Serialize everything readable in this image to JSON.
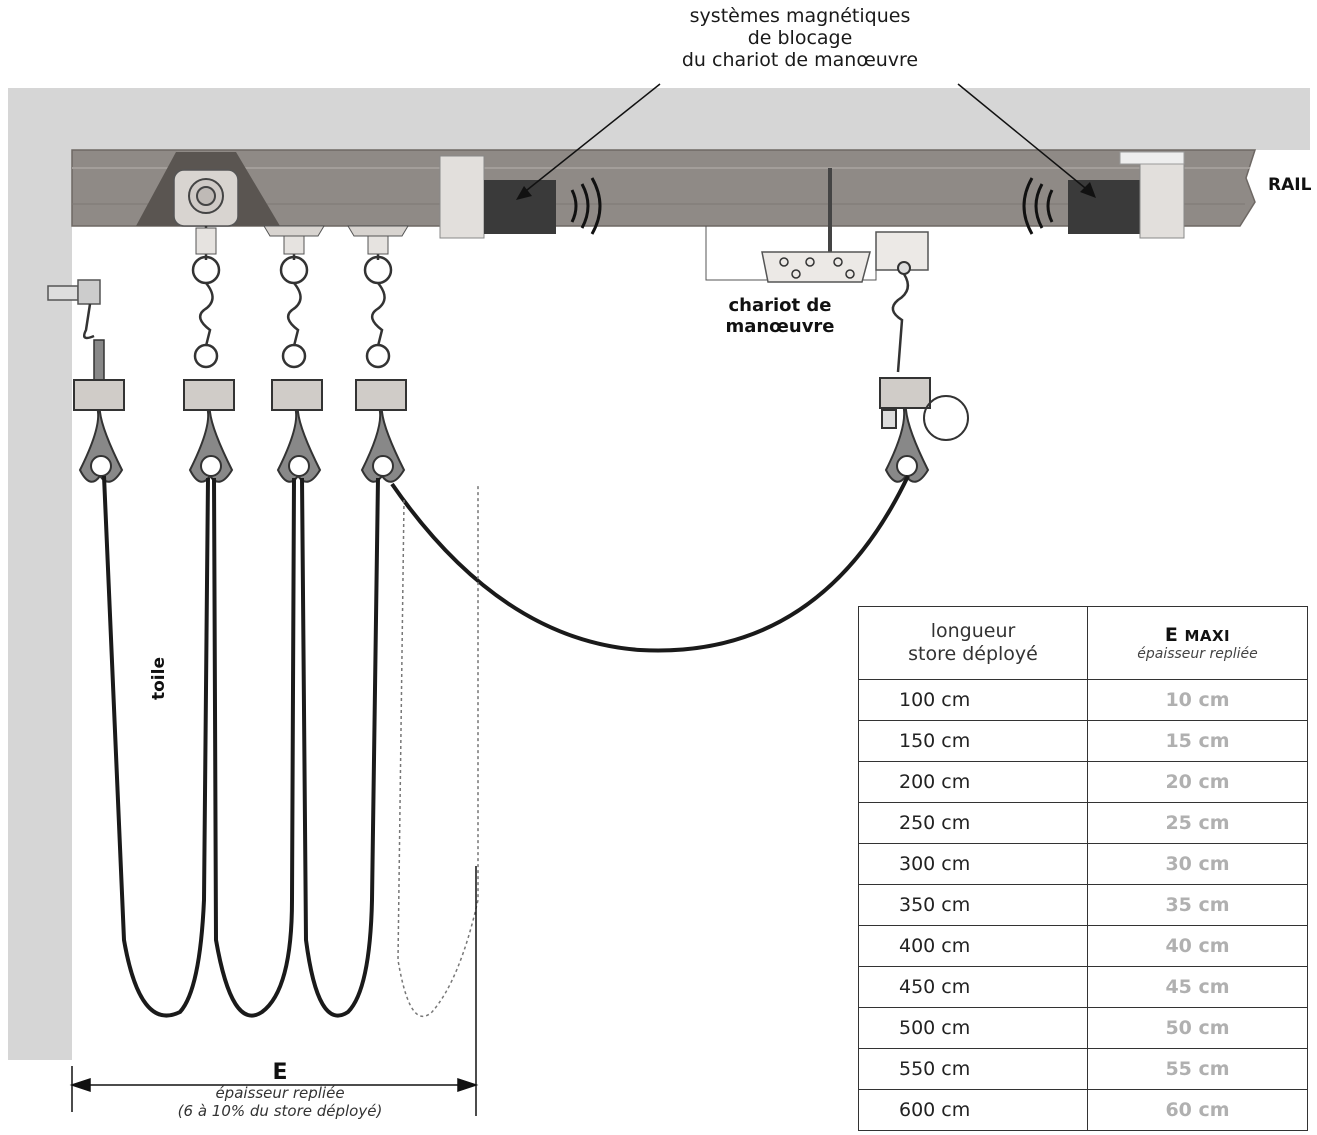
{
  "labels": {
    "magnet_title": [
      "systèmes magnétiques",
      "de blocage",
      "du  chariot de manœuvre"
    ],
    "rail": "RAIL",
    "chariot": [
      "chariot de",
      "manœuvre"
    ],
    "toile": "toile",
    "e_letter": "E",
    "e_sub": [
      "épaisseur repliée",
      "(6 à 10% du store déployé)"
    ]
  },
  "table": {
    "header_length": [
      "longueur",
      "store déployé"
    ],
    "header_e": "E",
    "header_e_suffix": "MAXI",
    "header_e_note": "épaisseur repliée",
    "rows": [
      {
        "length": "100 cm",
        "emax": "10 cm"
      },
      {
        "length": "150 cm",
        "emax": "15 cm"
      },
      {
        "length": "200 cm",
        "emax": "20 cm"
      },
      {
        "length": "250 cm",
        "emax": "25 cm"
      },
      {
        "length": "300 cm",
        "emax": "30 cm"
      },
      {
        "length": "350 cm",
        "emax": "35 cm"
      },
      {
        "length": "400 cm",
        "emax": "40 cm"
      },
      {
        "length": "450 cm",
        "emax": "45 cm"
      },
      {
        "length": "500 cm",
        "emax": "50 cm"
      },
      {
        "length": "550 cm",
        "emax": "55 cm"
      },
      {
        "length": "600 cm",
        "emax": "60 cm"
      }
    ]
  },
  "colors": {
    "ceiling": "#d6d6d6",
    "rail": "#8f8a86",
    "rail_dark": "#6e6864",
    "magnet": "#3a3a3a",
    "fabric": "#1a1a1a",
    "value_grey": "#b0b0b0"
  }
}
